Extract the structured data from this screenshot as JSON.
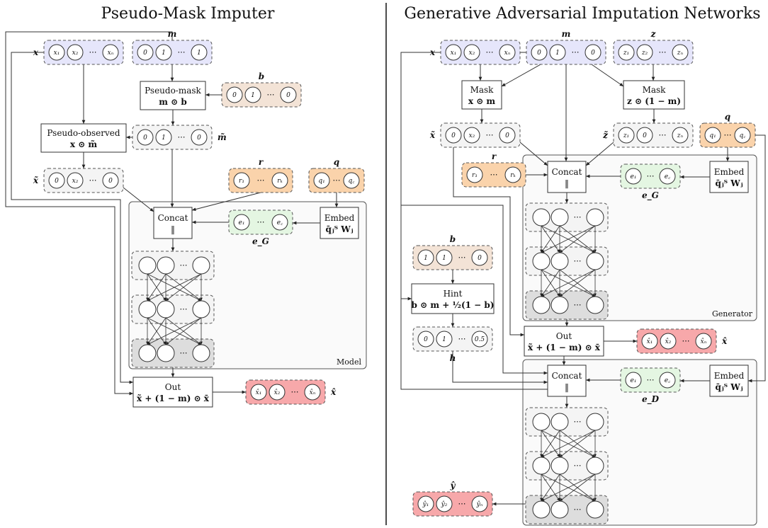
{
  "titles": {
    "left": "Pseudo-Mask Imputer",
    "right": "Generative Adversarial Imputation Networks"
  },
  "colors": {
    "blue": "#e6e6fb",
    "tan": "#f3e3d6",
    "orange": "#fad3ab",
    "green": "#e4f6e2",
    "red": "#f7a8aa",
    "grey": "#f4f4f4",
    "dark": "#dddddd",
    "panel": "#fafafa"
  },
  "left": {
    "x": {
      "label": "x",
      "nodes": [
        "x₁",
        "x₂",
        "xₙ"
      ]
    },
    "m": {
      "label": "m",
      "nodes": [
        "0",
        "1",
        "1"
      ]
    },
    "b": {
      "label": "b",
      "nodes": [
        "0",
        "1",
        "0"
      ]
    },
    "pseudo_mask": {
      "line1": "Pseudo-mask",
      "line2": "m ⊙ b"
    },
    "m_tilde": {
      "label": "m̃",
      "nodes": [
        "0",
        "1",
        "0"
      ]
    },
    "pseudo_observed": {
      "line1": "Pseudo-observed",
      "line2": "x ⊙ m̃"
    },
    "x_tilde": {
      "label": "x̃",
      "nodes": [
        "0",
        "x₂",
        "0"
      ]
    },
    "r": {
      "label": "r",
      "nodes": [
        "r₁",
        "rₖ"
      ]
    },
    "q": {
      "label": "q",
      "nodes": [
        "q₁",
        "q꜀"
      ]
    },
    "concat": {
      "line1": "Concat",
      "line2": "‖"
    },
    "e": {
      "label": "e_G",
      "nodes": [
        "e₁",
        "e꜀"
      ]
    },
    "embed": {
      "line1": "Embed",
      "line2": "q̄ⱼᵀ Wⱼ"
    },
    "panel_label": "Model",
    "out": {
      "line1": "Out",
      "line2": "x̃ + (1 − m) ⊙ x̄"
    },
    "x_hat": {
      "label": "x̂",
      "nodes": [
        "x̂₁",
        "x̂₂",
        "x̂ₙ"
      ]
    }
  },
  "right": {
    "x": {
      "label": "x",
      "nodes": [
        "x₁",
        "x₂",
        "xₙ"
      ]
    },
    "m": {
      "label": "m",
      "nodes": [
        "0",
        "1",
        "0"
      ]
    },
    "z": {
      "label": "z",
      "nodes": [
        "z₁",
        "z₂",
        "zₙ"
      ]
    },
    "mask1": {
      "line1": "Mask",
      "line2": "x ⊙ m"
    },
    "mask2": {
      "line1": "Mask",
      "line2": "z ⊙ (1 − m)"
    },
    "x_tilde": {
      "label": "x̃",
      "nodes": [
        "0",
        "x₂",
        "0"
      ]
    },
    "z_tilde": {
      "label": "z̃",
      "nodes": [
        "z₁",
        "0",
        "zₙ"
      ]
    },
    "q": {
      "label": "q",
      "nodes": [
        "q₁",
        "q꜀"
      ]
    },
    "r": {
      "label": "r",
      "nodes": [
        "r₁",
        "rₖ"
      ]
    },
    "concat_g": {
      "line1": "Concat",
      "line2": "‖"
    },
    "e_g": {
      "label": "e_G",
      "nodes": [
        "e₁",
        "e꜀"
      ]
    },
    "embed_g": {
      "line1": "Embed",
      "line2": "q̄ⱼᵀ Wⱼ"
    },
    "b": {
      "label": "b",
      "nodes": [
        "1",
        "1",
        "0"
      ]
    },
    "hint": {
      "line1": "Hint",
      "line2": "b ⊙ m + ½(1 − b)"
    },
    "h": {
      "label": "h",
      "nodes": [
        "0",
        "1",
        "0.5"
      ]
    },
    "generator_label": "Generator",
    "out": {
      "line1": "Out",
      "line2": "x̃ + (1 − m) ⊙ x̄"
    },
    "x_hat": {
      "label": "x̂",
      "nodes": [
        "x̂₁",
        "x̂₂",
        "x̂ₙ"
      ]
    },
    "concat_d": {
      "line1": "Concat",
      "line2": "‖"
    },
    "e_d": {
      "label": "e_D",
      "nodes": [
        "e₁",
        "e꜀"
      ]
    },
    "embed_d": {
      "line1": "Embed",
      "line2": "q̄ⱼᵀ Wⱼ"
    },
    "y_hat": {
      "label": "ŷ",
      "nodes": [
        "ŷ₁",
        "ŷ₂",
        "ŷₙ"
      ]
    }
  }
}
